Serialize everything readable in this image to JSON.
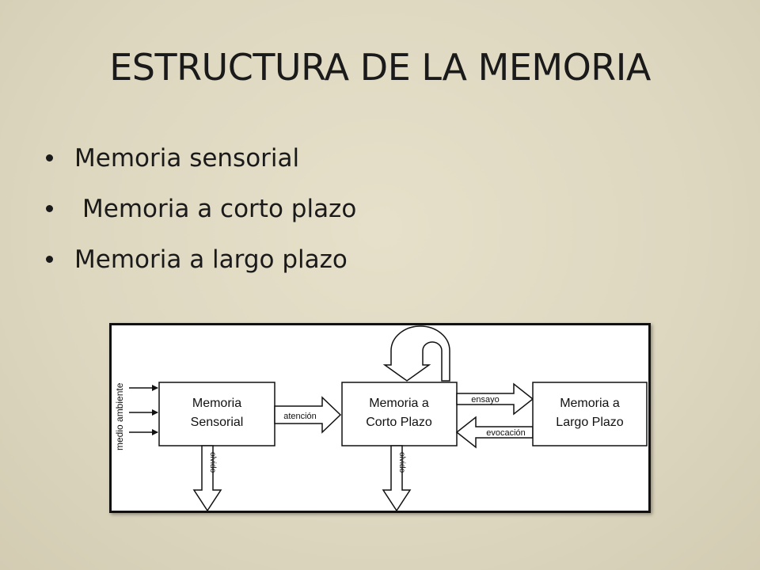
{
  "slide": {
    "title": "ESTRUCTURA DE LA MEMORIA",
    "bullets": [
      "Memoria sensorial",
      "Memoria a corto plazo",
      "Memoria a largo plazo"
    ]
  },
  "diagram": {
    "input_label": "medio ambiente",
    "boxes": {
      "sensorial": [
        "Memoria",
        "Sensorial"
      ],
      "corto": [
        "Memoria a",
        "Corto Plazo"
      ],
      "largo": [
        "Memoria a",
        "Largo Plazo"
      ]
    },
    "arrows": {
      "atencion": "atención",
      "ensayo": "ensayo",
      "evocacion": "evocación",
      "olvido_1": "olvido",
      "olvido_2": "olvido"
    }
  }
}
